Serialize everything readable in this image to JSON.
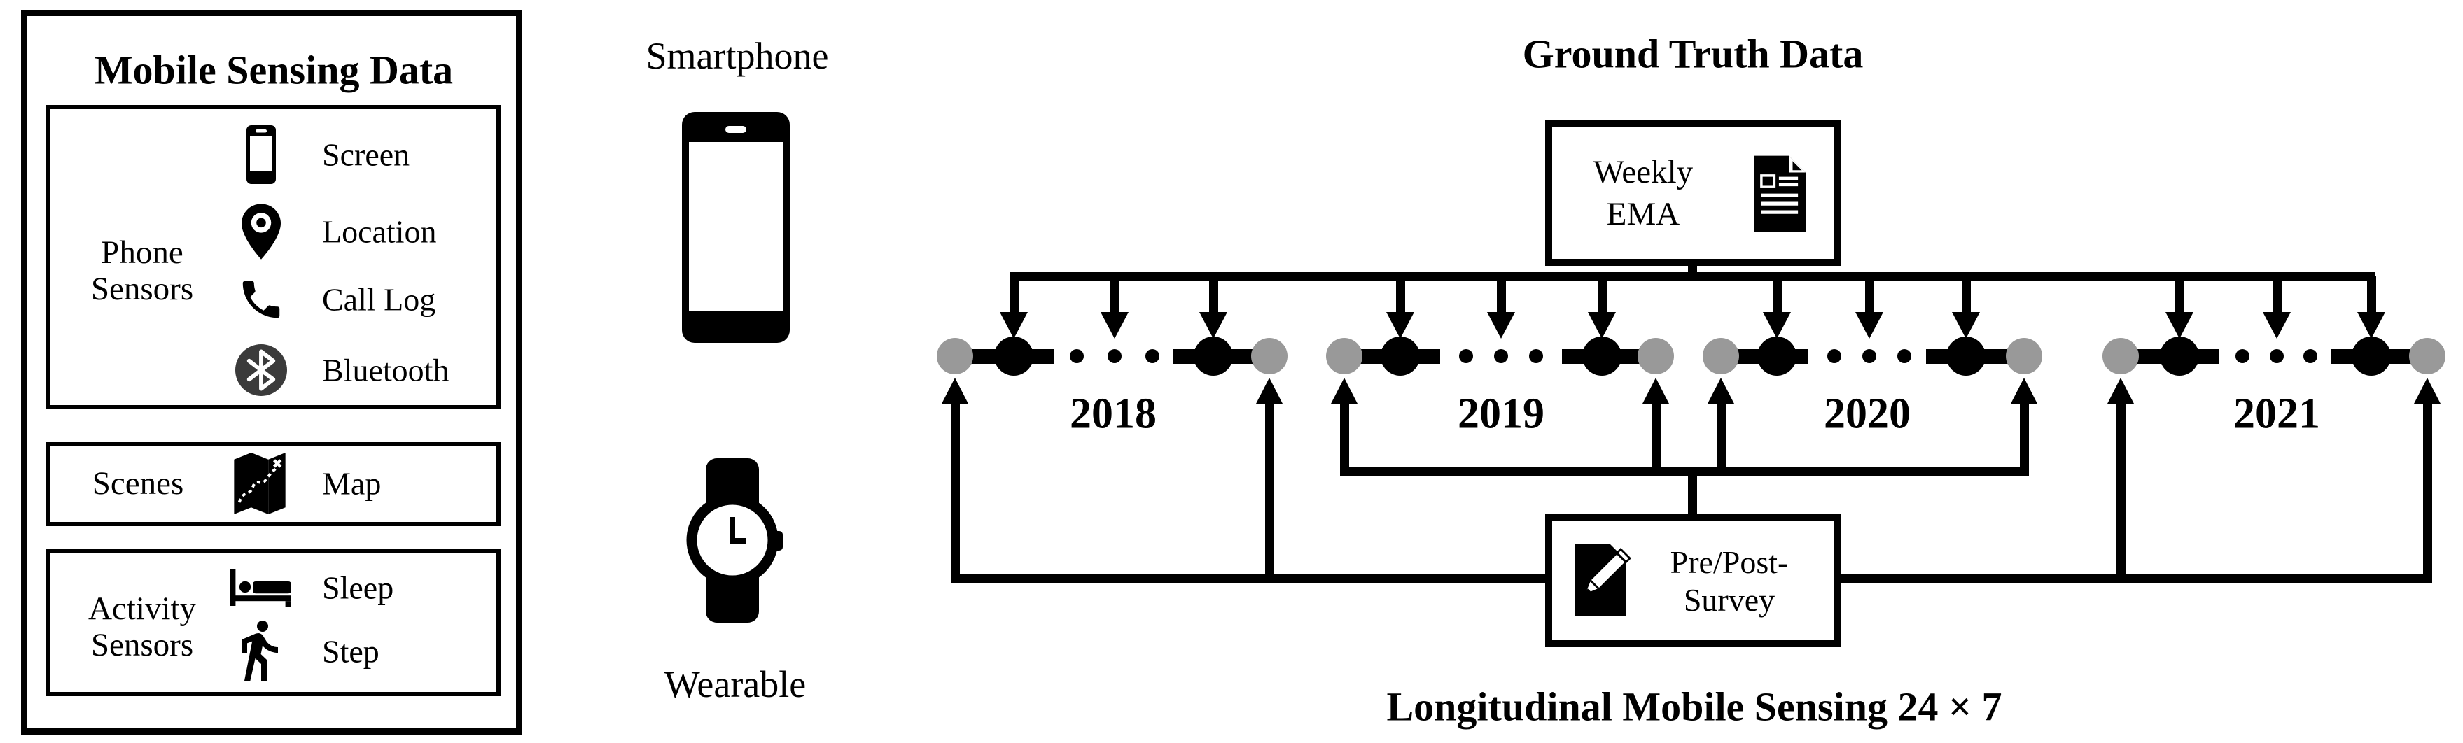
{
  "colors": {
    "ink": "#000000",
    "node_gray": "#999999",
    "bluetooth_bg": "#3b3b3b"
  },
  "left_panel": {
    "title": "Mobile Sensing Data",
    "phone_sensors": {
      "label_line1": "Phone",
      "label_line2": "Sensors",
      "items": [
        {
          "icon": "screen-icon",
          "label": "Screen"
        },
        {
          "icon": "location-icon",
          "label": "Location"
        },
        {
          "icon": "call-log-icon",
          "label": "Call Log"
        },
        {
          "icon": "bluetooth-icon",
          "label": "Bluetooth"
        }
      ]
    },
    "scenes": {
      "label": "Scenes",
      "items": [
        {
          "icon": "map-icon",
          "label": "Map"
        }
      ]
    },
    "activity_sensors": {
      "label_line1": "Activity",
      "label_line2": "Sensors",
      "items": [
        {
          "icon": "sleep-icon",
          "label": "Sleep"
        },
        {
          "icon": "step-icon",
          "label": "Step"
        }
      ]
    }
  },
  "devices": {
    "smartphone_label": "Smartphone",
    "wearable_label": "Wearable"
  },
  "ground_truth": {
    "title": "Ground Truth Data",
    "weekly_ema": {
      "line1": "Weekly",
      "line2": "EMA",
      "icon": "document-icon"
    },
    "pre_post_survey": {
      "line1": "Pre/Post-",
      "line2": "Survey",
      "icon": "edit-document-icon"
    },
    "timeline": {
      "years": [
        "2018",
        "2019",
        "2020",
        "2021"
      ]
    }
  },
  "caption": "Longitudinal Mobile Sensing 24 × 7"
}
